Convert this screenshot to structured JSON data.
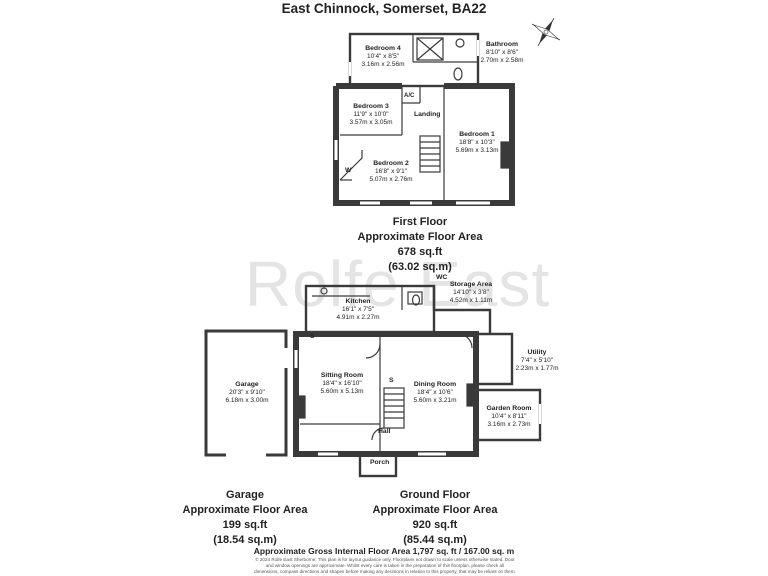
{
  "title": "East Chinnock, Somerset, BA22",
  "watermark": "Rolfe East",
  "first_floor": {
    "heading": "First Floor",
    "area_label": "Approximate Floor Area",
    "sqft": "678 sq.ft",
    "sqm": "(63.02 sq.m)",
    "rooms": [
      {
        "name": "Bedroom 4",
        "imperial": "10'4\" x 8'5\"",
        "metric": "3.16m x 2.56m"
      },
      {
        "name": "Bathroom",
        "imperial": "8'10\" x 8'6\"",
        "metric": "2.70m x 2.58m"
      },
      {
        "name": "Bedroom 3",
        "imperial": "11'9\" x 10'0\"",
        "metric": "3.57m x 3.05m"
      },
      {
        "name": "Bedroom 1",
        "imperial": "18'8\" x 10'3\"",
        "metric": "5.69m x 3.13m"
      },
      {
        "name": "Bedroom 2",
        "imperial": "16'8\" x 9'1\"",
        "metric": "5.07m x 2.76m"
      }
    ],
    "labels": {
      "landing": "Landing",
      "ac": "A/C",
      "w": "W"
    }
  },
  "ground_floor": {
    "heading": "Ground Floor",
    "area_label": "Approximate Floor Area",
    "sqft": "920 sq.ft",
    "sqm": "(85.44 sq.m)",
    "rooms": [
      {
        "name": "Storage Area",
        "imperial": "14'10\" x 3'8\"",
        "metric": "4.52m x 1.11m"
      },
      {
        "name": "Kitchen",
        "imperial": "16'1\" x 7'5\"",
        "metric": "4.91m x 2.27m"
      },
      {
        "name": "Utility",
        "imperial": "7'4\" x 5'10\"",
        "metric": "2.23m x 1.77m"
      },
      {
        "name": "Sitting Room",
        "imperial": "18'4\" x 16'10\"",
        "metric": "5.60m x 5.13m"
      },
      {
        "name": "Dining Room",
        "imperial": "18'4\" x 10'6\"",
        "metric": "5.60m x 3.21m"
      },
      {
        "name": "Garden Room",
        "imperial": "10'4\" x 8'11\"",
        "metric": "3.16m x 2.73m"
      },
      {
        "name": "Garage",
        "imperial": "20'3\" x 9'10\"",
        "metric": "6.18m x 3.00m"
      }
    ],
    "labels": {
      "wc": "WC",
      "hall": "Hall",
      "porch": "Porch",
      "s1": "S",
      "s2": "S"
    }
  },
  "garage_summary": {
    "heading": "Garage",
    "area_label": "Approximate Floor Area",
    "sqft": "199 sq.ft",
    "sqm": "(18.54 sq.m)"
  },
  "gross": "Approximate Gross Internal Floor Area 1,797 sq. ft / 167.00 sq. m",
  "disclaimer": [
    "© 2024 Rolfe East Sherborne. This plan is for layout guidance only. Floorplans not drawn to scale unless otherwise stated. Door",
    "and window openings are approximate. Whilst every care is taken in the preparation of this floorplan, please check all",
    "dimensions, compass directions and shapes before making any decisions in relation to this property, that may be reliant on them."
  ],
  "icons": [
    "compass-icon",
    "shower-icon",
    "bath-icon",
    "toilet-icon",
    "sink-icon",
    "hob-icon",
    "staircase-icon",
    "fireplace-icon"
  ]
}
